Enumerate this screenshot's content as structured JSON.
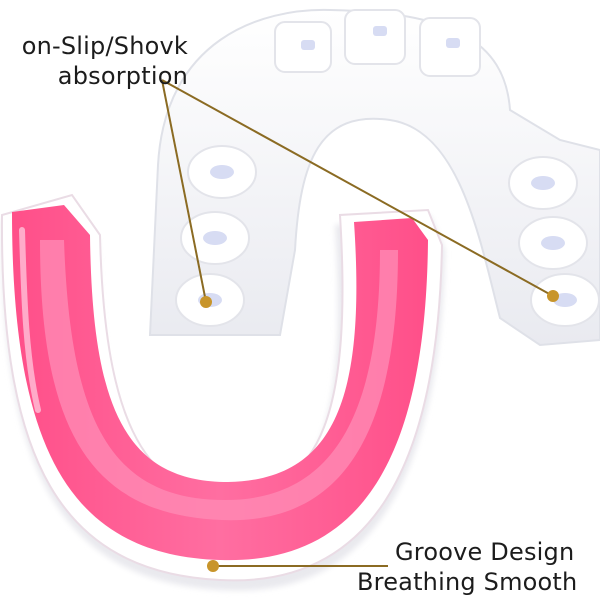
{
  "callouts": {
    "top": {
      "line1": "on-Slip/Shovk",
      "line2": "absorption"
    },
    "bottom": {
      "line1": "Groove Design",
      "line2": "Breathing Smooth"
    }
  },
  "colors": {
    "guard_top": "#f4f5f8",
    "guard_bottom_outer": "#ff5f95",
    "guard_bottom_inner": "#ff8fb8",
    "pointer_line": "#8b6b23",
    "pointer_dot": "#c8952b"
  }
}
